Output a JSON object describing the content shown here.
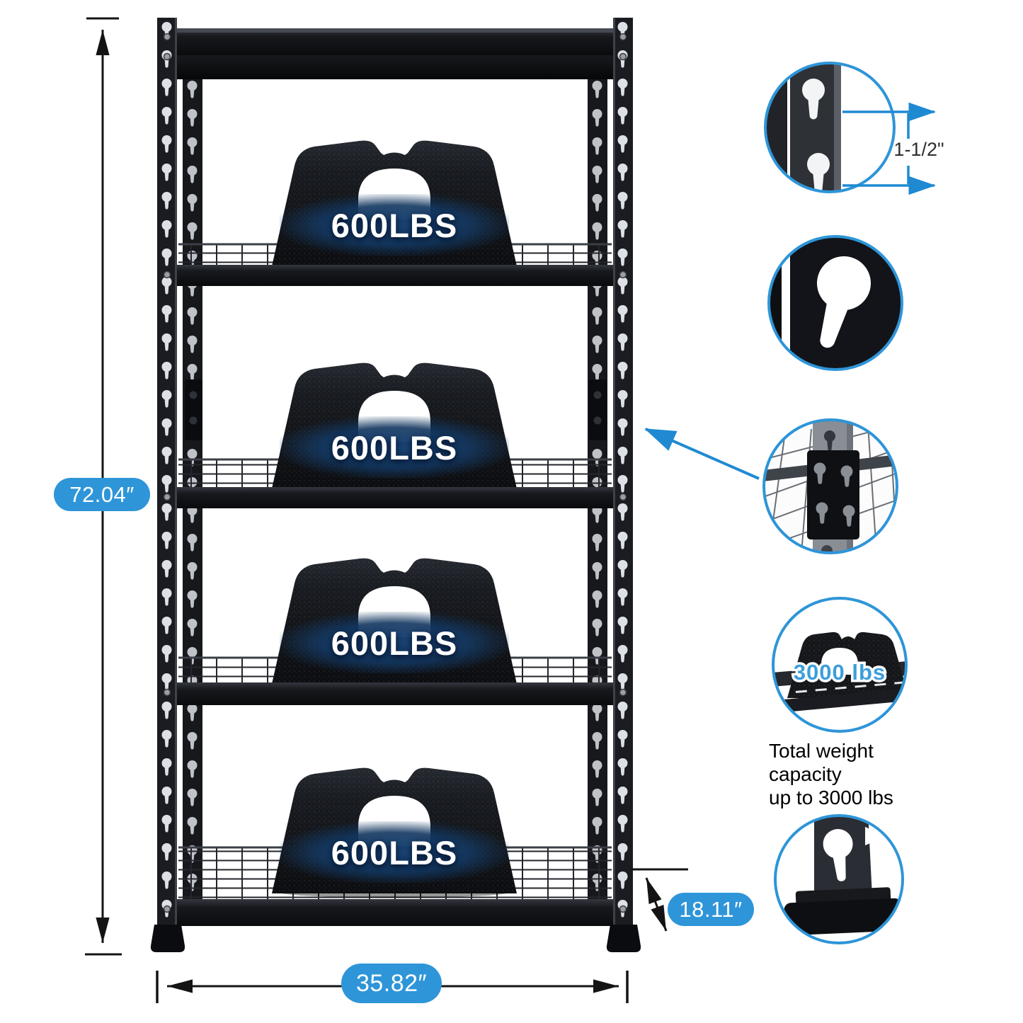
{
  "labels": {
    "height": "72.04″",
    "width": "35.82″",
    "depth": "18.11″",
    "hole_spacing": "1-1/2\""
  },
  "shelf_blocks": [
    "600LBS",
    "600LBS",
    "600LBS",
    "600LBS"
  ],
  "capacity": {
    "badge": "3000 lbs",
    "line1": "Total weight capacity",
    "line2": "up to 3000 lbs"
  },
  "colors": {
    "accent_blue": "#2e95d8",
    "arrow_blue": "#1f8ad2",
    "metal_black": "#17191d",
    "label_glow_navy": "#1d4c80"
  }
}
